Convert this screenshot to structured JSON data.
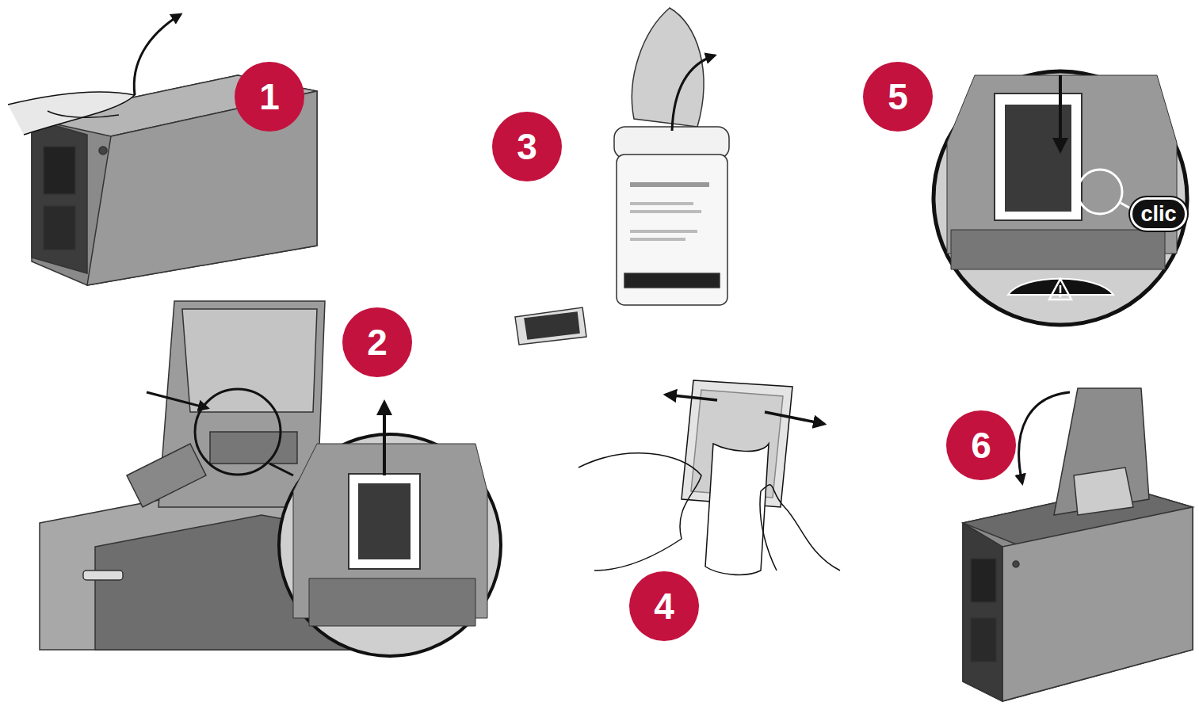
{
  "diagram": {
    "nodes": [
      {
        "text": [
          "1"
        ]
      },
      {
        "text": [
          "2"
        ]
      },
      {
        "text": [
          "3"
        ]
      },
      {
        "text": [
          "4"
        ]
      },
      {
        "text": [
          "5"
        ]
      },
      {
        "text": [
          "6"
        ]
      },
      {
        "text": [
          "clic"
        ]
      }
    ]
  }
}
